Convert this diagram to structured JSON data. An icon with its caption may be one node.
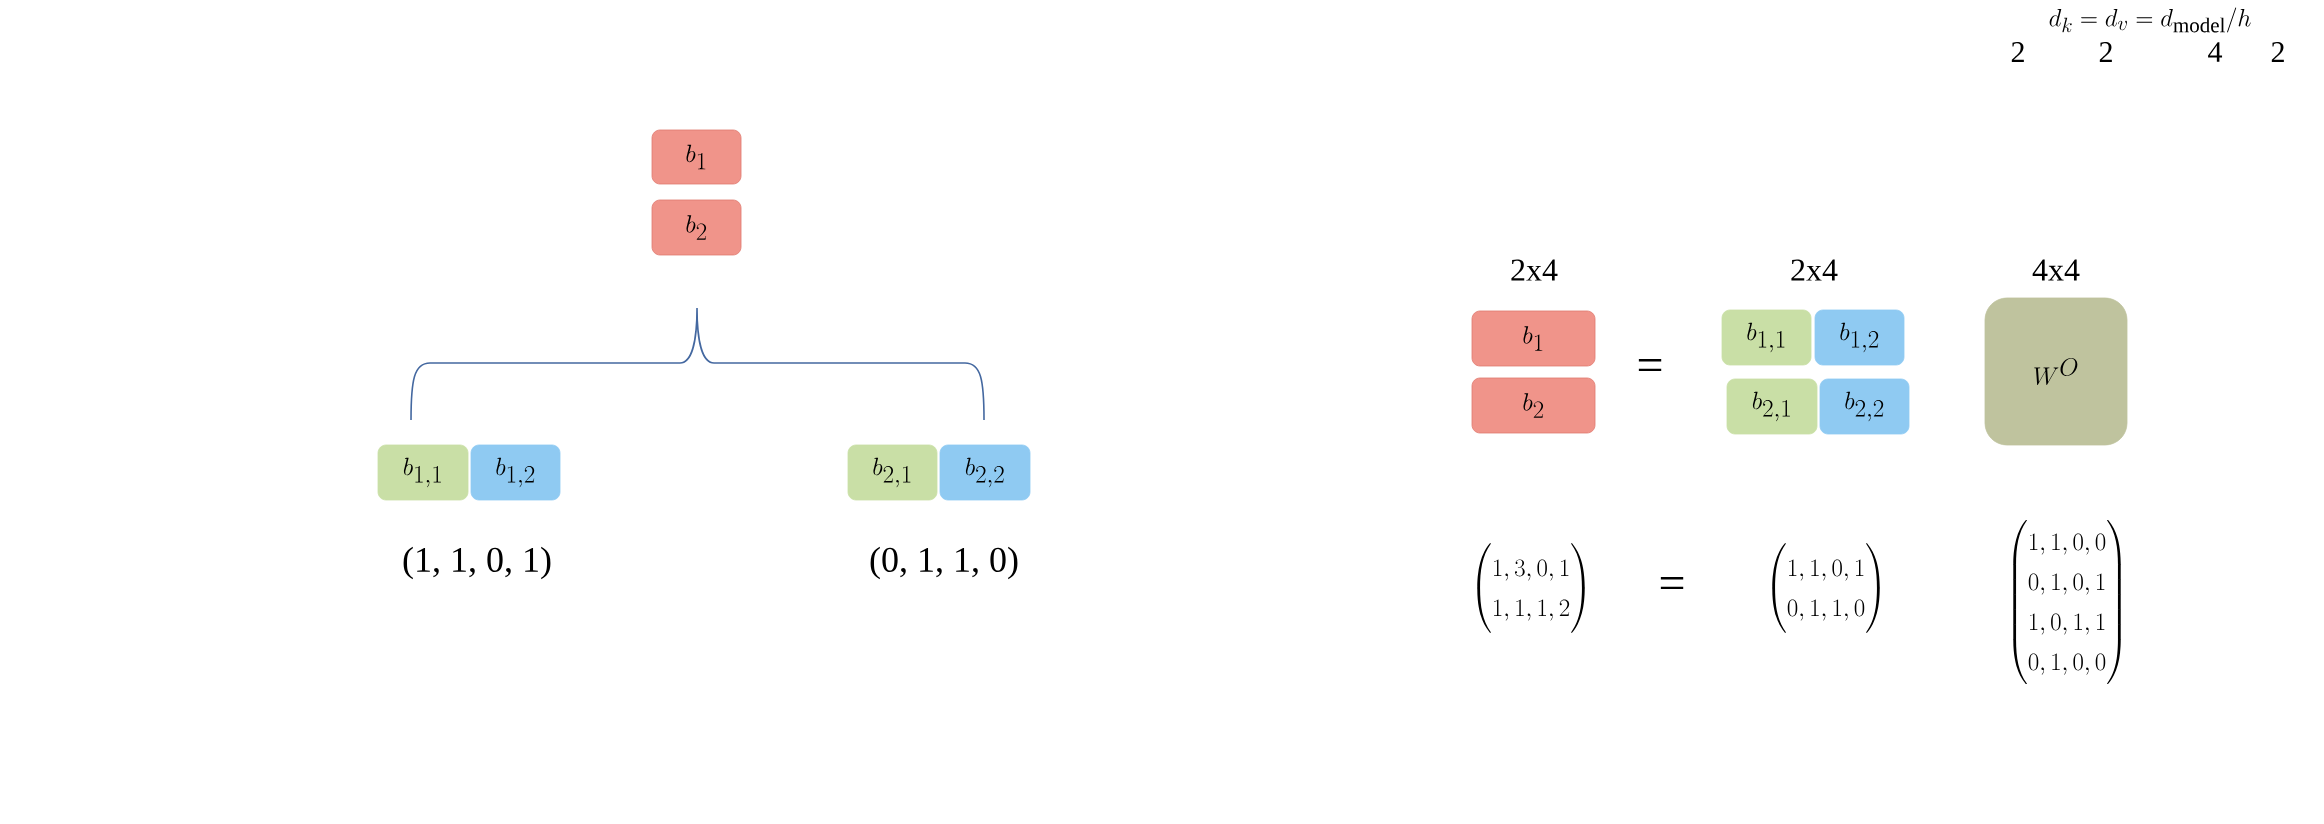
{
  "diagram": {
    "nodes": [
      {
        "text": [
          "b_1"
        ]
      },
      {
        "text": [
          "b_2"
        ]
      },
      {
        "text": [
          "b_{1,1}"
        ]
      },
      {
        "text": [
          "b_{1,2}"
        ]
      },
      {
        "text": [
          "b_{2,1}"
        ]
      },
      {
        "text": [
          "b_{2,2}"
        ]
      },
      {
        "text": [
          "b_1"
        ]
      },
      {
        "text": [
          "b_2"
        ]
      },
      {
        "text": [
          "b_{1,1}"
        ]
      },
      {
        "text": [
          "b_{1,2}"
        ]
      },
      {
        "text": [
          "b_{2,1}"
        ]
      },
      {
        "text": [
          "b_{2,2}"
        ]
      },
      {
        "text": [
          "W^O"
        ]
      }
    ],
    "labels": [
      "d_k = d_v = d_{\\mathrm{model}}/h",
      "2",
      "2",
      "4",
      "2",
      "(1, 1, 0, 1)",
      "(0, 1, 1, 0)",
      "2x4",
      "2x4",
      "4x4",
      "=",
      "\\begin{pmatrix}1, 3, 0, 1\\\\ 1, 1, 1, 2\\end{pmatrix}",
      "=",
      "\\begin{pmatrix}1, 1, 0, 1\\\\ 0, 1, 1, 0\\end{pmatrix}",
      "\\begin{pmatrix}1, 1, 0, 0\\\\ 0, 1, 0, 1\\\\ 1, 0, 1, 1\\\\ 0, 1, 0, 0\\end{pmatrix}"
    ]
  }
}
